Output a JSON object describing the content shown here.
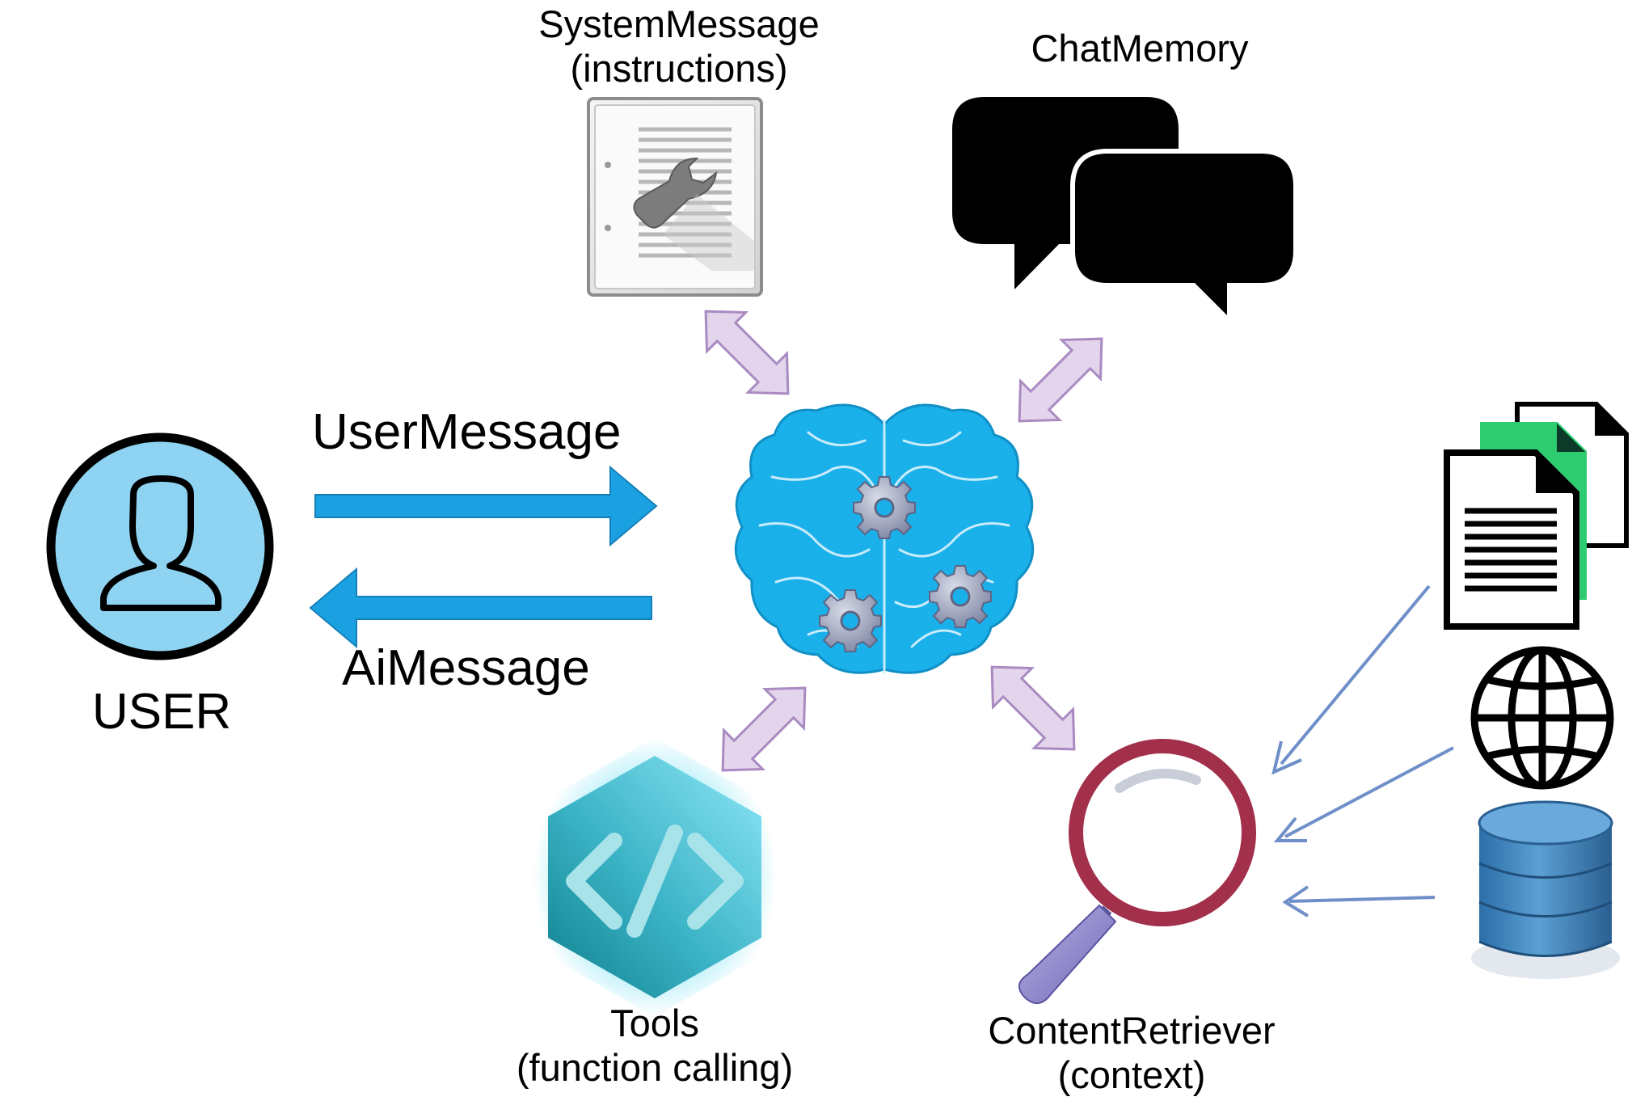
{
  "labels": {
    "system_message": [
      "SystemMessage",
      "(instructions)"
    ],
    "chat_memory": "ChatMemory",
    "user_message": "UserMessage",
    "ai_message": "AiMessage",
    "user": "USER",
    "tools": [
      "Tools",
      "(function calling)"
    ],
    "content_retriever": [
      "ContentRetriever",
      "(context)"
    ]
  },
  "icons": {
    "user": "user-icon",
    "brain": "brain-icon",
    "system_message": "document-wrench-icon",
    "chat_memory": "speech-bubbles-icon",
    "tools": "code-hexagon-icon",
    "content_retriever": "magnifier-icon",
    "documents": "documents-icon",
    "web": "globe-icon",
    "database": "database-icon"
  },
  "colors": {
    "message_arrow": "#1ba1e2",
    "brain": "#1ab0ea",
    "double_arrow_fill": "#e2d5ec",
    "double_arrow_stroke": "#a98bc2",
    "retrieval_arrow": "#6f8fc9",
    "user_circle": "#8ed3f2",
    "magnifier_ring": "#a2304b",
    "magnifier_handle": "#8a84c8",
    "document_green": "#2ecc71",
    "database": "#3a7fb8",
    "tools_hex": "#2aa6b8"
  }
}
